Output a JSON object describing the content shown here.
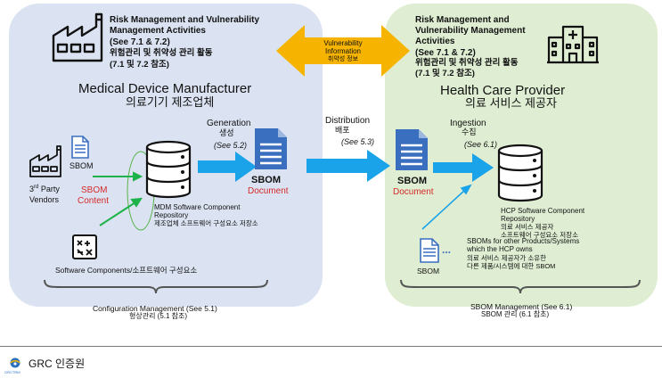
{
  "manufacturer": {
    "activities_title": "Risk Management and Vulnerability Management Activities",
    "activities_title_line1": "Risk Management and Vulnerability",
    "activities_title_line2": "Management Activities",
    "activities_ref": "(See 7.1 & 7.2)",
    "activities_ko": "위험관리 및 취약성 관리 활동",
    "activities_ko_ref": "(7.1 및 7.2 참조)",
    "name": "Medical Device Manufacturer",
    "name_ko": "의료기기 제조업체",
    "generation": "Generation",
    "generation_ko": "생성",
    "generation_ref": "(See 5.2)",
    "sbom_label": "SBOM",
    "third_party_vendors": "3rd Party Vendors",
    "third_party_line1": "3rd Party",
    "third_party_line2": "Vendors",
    "sbom_content": "SBOM Content",
    "sbom_content_line1": "SBOM",
    "sbom_content_line2": "Content",
    "repository_line1": "MDM Software Component",
    "repository_line2": "Repository",
    "repository_ko": "제조업체 소프트웨어 구성요소 저장소",
    "software_components": "Software Components/소프트웨어 구성요소",
    "config_mgmt": "Configuration Management (See 5.1)",
    "config_mgmt_ko": "형상관리 (5.1 참조)"
  },
  "document": {
    "sbom": "SBOM",
    "document": "Document"
  },
  "exchange": {
    "vuln_info_line1": "Vulnerability",
    "vuln_info_line2": "Information",
    "vuln_info_ko": "취약성 정보",
    "distribution": "Distribution",
    "distribution_ko": "배포",
    "distribution_ref": "(See 5.3)"
  },
  "hcp": {
    "activities_title_line1": "Risk Management and",
    "activities_title_line2": "Vulnerability Management",
    "activities_title_line3": "Activities",
    "activities_ref": "(See 7.1 & 7.2)",
    "activities_ko": "위험관리 및 취약성 관리 활동",
    "activities_ko_ref": "(7.1 및 7.2 참조)",
    "name": "Health Care Provider",
    "name_ko": "의료 서비스 제공자",
    "ingestion": "Ingestion",
    "ingestion_ko": "수집",
    "ingestion_ref": "(See 6.1)",
    "repository_line1": "HCP Software Component",
    "repository_line2": "Repository",
    "repository_ko1": "의료 서비스 제공자",
    "repository_ko2": "소프트웨어 구성요소 저장소",
    "other_sboms_line1": "SBOMs for other Products/Systems",
    "other_sboms_line2": "which the HCP owns",
    "other_sboms_ko1": "의료 서비스 제공자가 소유한",
    "other_sboms_ko2": "다른 제품/시스템에 대한 SBOM",
    "sbom_small": "SBOM",
    "ellipsis": "...",
    "sbom_mgmt": "SBOM Management (See 6.1)",
    "sbom_mgmt_ko": "SBOM 관리 (6.1 참조)"
  },
  "footer": {
    "brand": "GRC 인증원",
    "logo_text": "GRCTRM"
  },
  "colors": {
    "mfr_panel": "#dbe3f2",
    "hcp_panel": "#dfeed3",
    "flow_arrow": "#1aa3e8",
    "vuln_arrow": "#f6b400",
    "document_blue": "#3a6fc0",
    "alert_red": "#d42a2a",
    "green_arrow": "#1db24a"
  }
}
